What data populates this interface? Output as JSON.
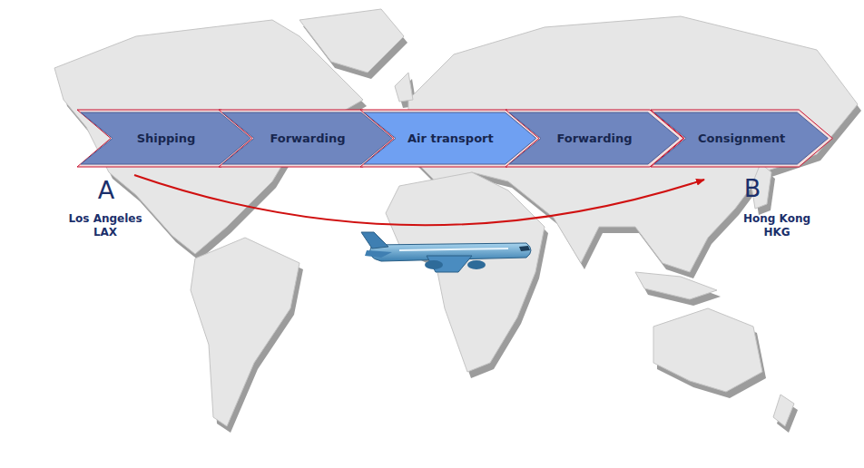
{
  "diagram": {
    "nodes": [
      {
        "text": [
          "Shipping"
        ]
      },
      {
        "text": [
          "Forwarding"
        ]
      },
      {
        "text": [
          "Air transport"
        ]
      },
      {
        "text": [
          "Forwarding"
        ]
      },
      {
        "text": [
          "Consignment"
        ]
      }
    ],
    "labels": [
      "A",
      "Los Angeles",
      "LAX",
      "B",
      "Hong Kong",
      "HKG"
    ]
  }
}
